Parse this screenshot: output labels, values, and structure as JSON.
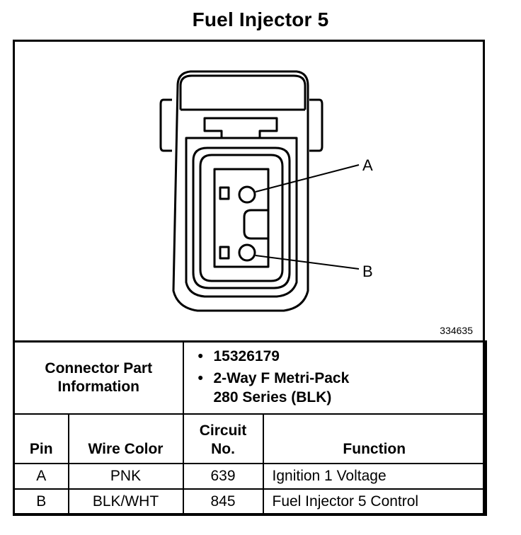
{
  "title": "Fuel Injector 5",
  "figure_number": "334635",
  "pin_labels": [
    "A",
    "B"
  ],
  "connector_info": {
    "label": "Connector Part\nInformation",
    "items": [
      "15326179",
      "2-Way F Metri-Pack\n280 Series (BLK)"
    ]
  },
  "table": {
    "headers": {
      "pin": "Pin",
      "wire_color": "Wire Color",
      "circuit": "Circuit\nNo.",
      "function": "Function"
    },
    "rows": [
      {
        "pin": "A",
        "wire_color": "PNK",
        "circuit": "639",
        "function": "Ignition 1 Voltage"
      },
      {
        "pin": "B",
        "wire_color": "BLK/WHT",
        "circuit": "845",
        "function": "Fuel Injector 5 Control"
      }
    ]
  }
}
